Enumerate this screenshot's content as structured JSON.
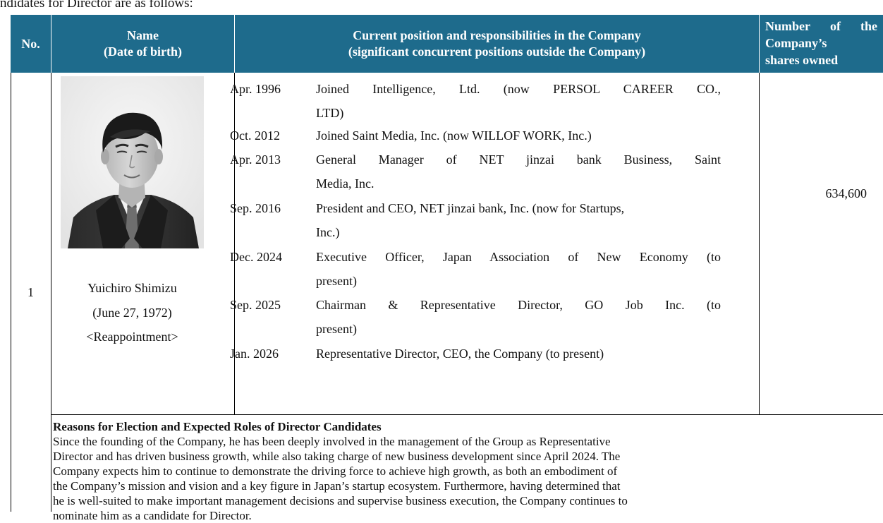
{
  "intro": "ndidates for Director are as follows:",
  "table": {
    "headers": {
      "no": "No.",
      "name_line1": "Name",
      "name_line2": "(Date of birth)",
      "position_line1": "Current position and responsibilities in the Company",
      "position_line2": "(significant concurrent positions outside the Company)",
      "shares_line1_a": "Number",
      "shares_line1_b": "of",
      "shares_line1_c": "the",
      "shares_line2": "Company’s",
      "shares_line3": "shares owned"
    },
    "candidate": {
      "no": "1",
      "name": "Yuichiro Shimizu",
      "birth": "(June 27, 1972)",
      "status": "<Reappointment>",
      "shares": "634,600",
      "career": [
        {
          "date": "Apr. 1996",
          "line1": "Joined Intelligence, Ltd. (now PERSOL CAREER CO.,",
          "line2": "LTD)"
        },
        {
          "date": "Oct. 2012",
          "line1": "Joined Saint Media, Inc. (now WILLOF WORK, Inc.)",
          "line2": ""
        },
        {
          "date": "Apr. 2013",
          "line1": "General Manager of NET jinzai bank Business, Saint",
          "line2": "Media, Inc."
        },
        {
          "date": "Sep. 2016",
          "line1": "President and CEO, NET jinzai bank, Inc. (now for Startups,",
          "line2": "Inc.)"
        },
        {
          "date": "Dec. 2024",
          "line1": "Executive Officer, Japan Association of New Economy (to",
          "line2": "present)"
        },
        {
          "date": "Sep. 2025",
          "line1": "Chairman & Representative Director, GO Job Inc. (to",
          "line2": "present)"
        },
        {
          "date": "Jan. 2026",
          "line1": "Representative Director, CEO, the Company (to present)",
          "line2": ""
        }
      ]
    },
    "reasons": {
      "title": "Reasons for Election and Expected Roles of Director Candidates",
      "lines": [
        "Since the founding of the Company, he has been deeply involved in the management of the Group as Representative",
        "Director and has driven business growth, while also taking charge of new business development since April 2024. The",
        "Company expects him to continue to demonstrate the driving force to achieve high growth, as both an embodiment of",
        "the Company’s mission and vision and a key figure in Japan’s startup ecosystem. Furthermore, having determined that",
        "he is well-suited to make important management decisions and supervise business execution, the Company continues to",
        "nominate him as a candidate for Director."
      ]
    }
  },
  "colors": {
    "header_bg": "#1e6b8c",
    "header_text": "#ffffff",
    "border": "#000000"
  }
}
